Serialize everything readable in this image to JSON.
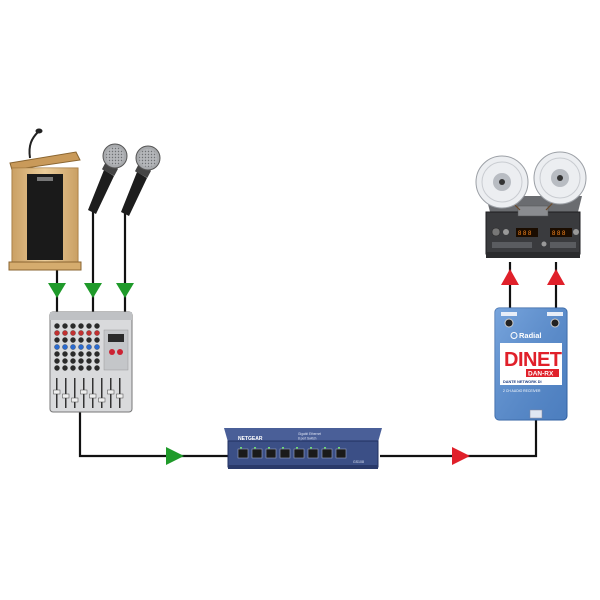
{
  "devices": {
    "lectern": {
      "plate": ""
    },
    "switch": {
      "brand": "NETGEAR",
      "line1": "Gigabit Ethernet",
      "line2": "8 port Switch",
      "model": "GS108"
    },
    "dinet": {
      "brand": "Radial",
      "title": "DINET",
      "subtitle": "DAN-RX",
      "line1": "DANTE NETWORK DI",
      "line2": "2 CH AUDIO RECEIVER"
    },
    "tape": {
      "display_left": "8 8 8",
      "display_right": "8 8 8"
    }
  },
  "colors": {
    "wire": "#111111",
    "arrow_green": "#1f9a2a",
    "arrow_red": "#e0202a",
    "switch_body": "#3b4f86",
    "dinet_body": "#5c8fd0",
    "wood": "#e3c18a",
    "amber": "#ff8a1e"
  }
}
